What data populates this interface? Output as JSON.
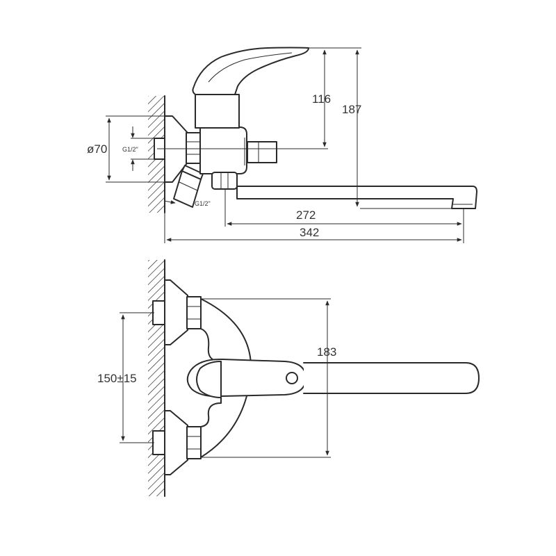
{
  "side_view": {
    "dims": {
      "handle_height": "116",
      "total_height": "187",
      "spout_reach": "272",
      "total_length": "342",
      "flange_diameter": "ø70",
      "thread_inlet": "G1/2\"",
      "thread_outlet": "G1/2\""
    }
  },
  "front_view": {
    "dims": {
      "inlet_spacing": "150±15",
      "flange_span": "183"
    }
  },
  "colors": {
    "line": "#2a2a2a",
    "text": "#333333",
    "background": "#ffffff"
  }
}
